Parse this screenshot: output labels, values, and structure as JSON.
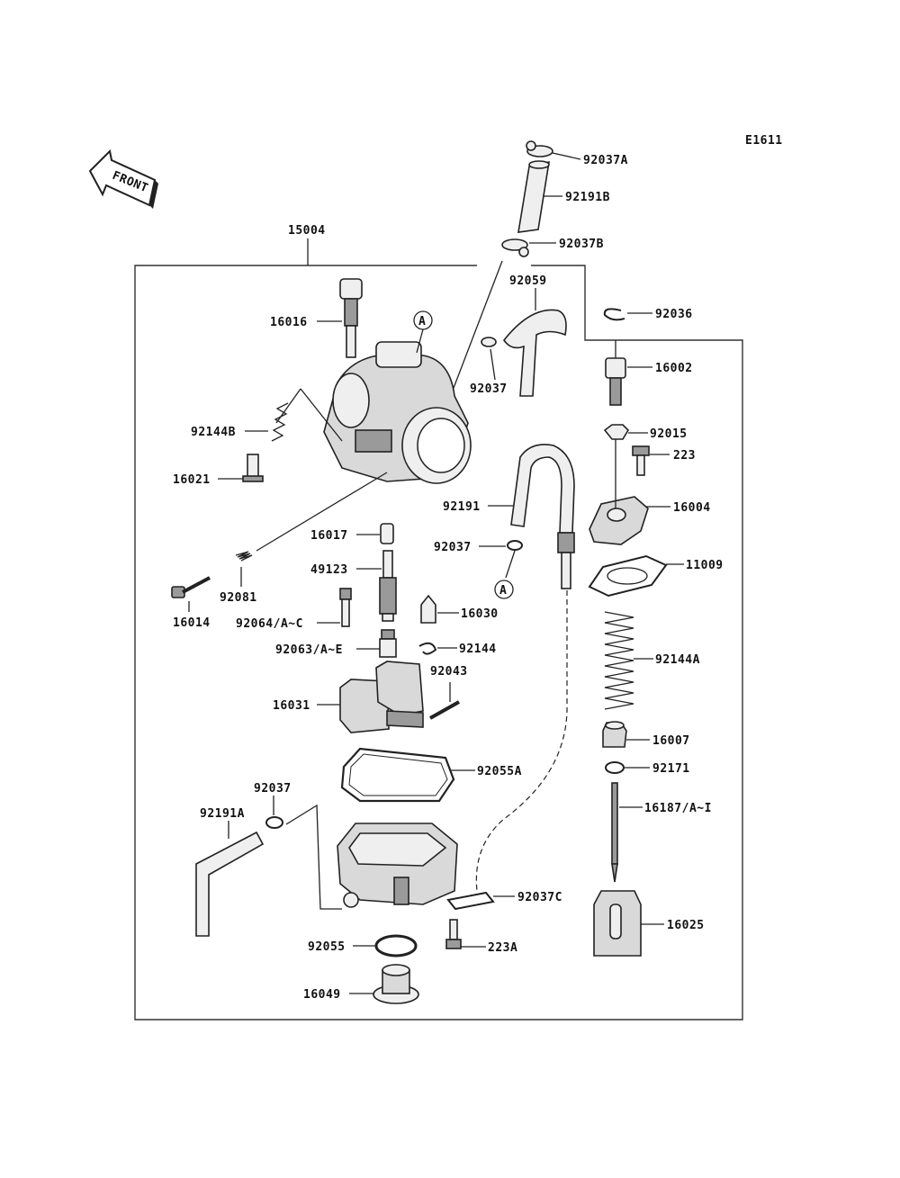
{
  "diagram": {
    "code": "E1611",
    "front_label": "FRONT",
    "assembly": "15004",
    "callout_a": "A",
    "callout_a_bottom": "A",
    "labels": {
      "p92037A": "92037A",
      "p92191B": "92191B",
      "p92037B": "92037B",
      "p92059": "92059",
      "p92036": "92036",
      "p16002": "16002",
      "p16016": "16016",
      "p92037_top": "92037",
      "p92144B": "92144B",
      "p92015": "92015",
      "p223": "223",
      "p16021": "16021",
      "p92191": "92191",
      "p16004": "16004",
      "p16017": "16017",
      "p92037_mid": "92037",
      "p11009": "11009",
      "p49123": "49123",
      "p92081": "92081",
      "p16014": "16014",
      "p92064": "92064/A~C",
      "p16030": "16030",
      "p92063": "92063/A~E",
      "p92144": "92144",
      "p92144A": "92144A",
      "p92043": "92043",
      "p16031": "16031",
      "p16007": "16007",
      "p92171": "92171",
      "p92055A": "92055A",
      "p92037_low": "92037",
      "p16187": "16187/A~I",
      "p92191A": "92191A",
      "p92037C": "92037C",
      "p16025": "16025",
      "p92055": "92055",
      "p223A": "223A",
      "p16049": "16049"
    }
  }
}
